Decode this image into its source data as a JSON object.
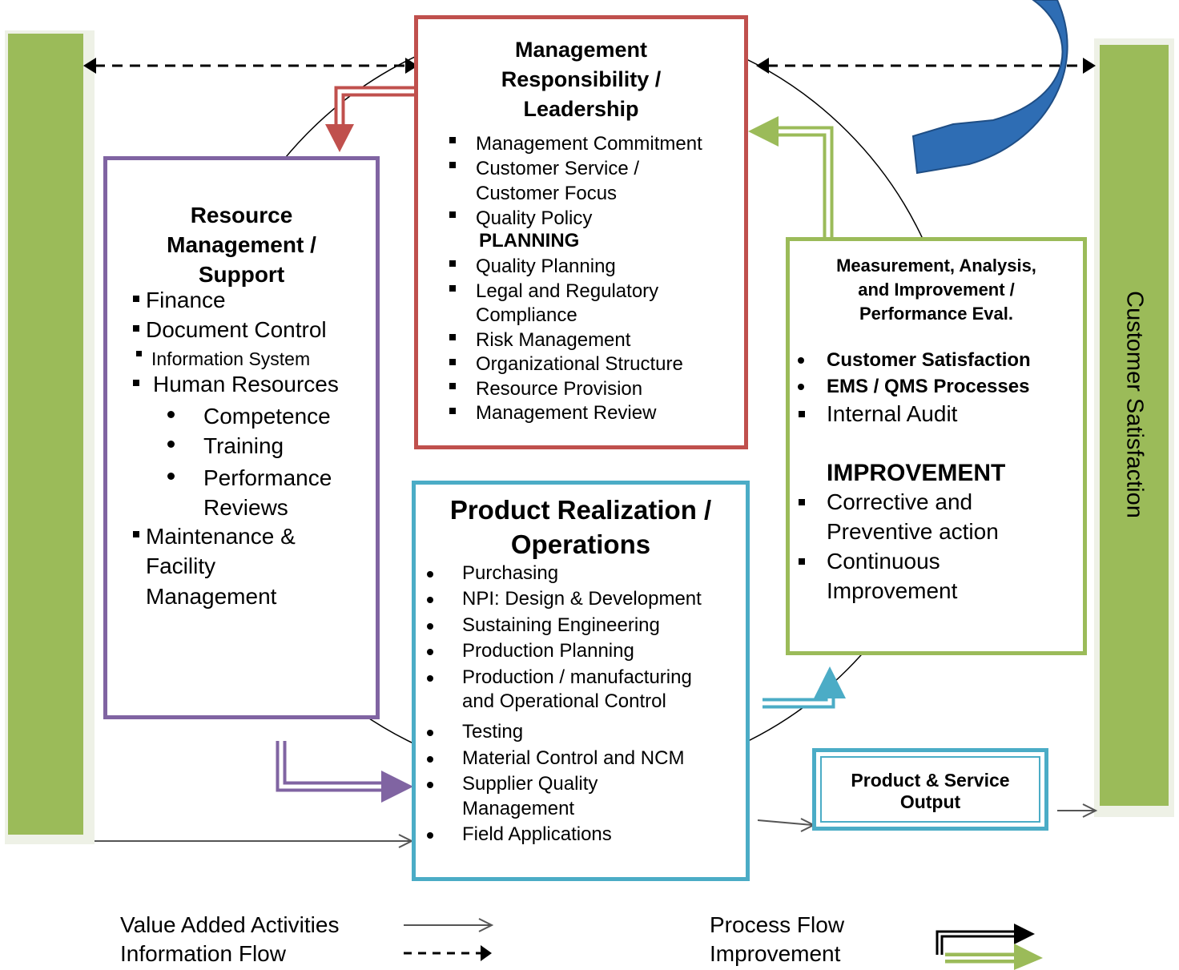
{
  "customer_side_label": "Customer Satisfaction",
  "management": {
    "title": [
      "Management",
      "Responsibility /",
      "Leadership"
    ],
    "items_a": [
      "Management Commitment",
      "Customer Service /",
      "Customer Focus",
      "Quality Policy"
    ],
    "planning_heading": "PLANNING",
    "items_b": [
      "Quality Planning",
      "Legal and Regulatory",
      "Compliance",
      "Risk Management",
      "Organizational Structure",
      "Resource Provision",
      "Management Review"
    ]
  },
  "resource": {
    "title": [
      "Resource",
      "Management /",
      "Support"
    ],
    "items": [
      "Finance",
      "Document Control",
      "Information System",
      "Human Resources"
    ],
    "hr_items": [
      "Competence",
      "Training",
      "Performance",
      "Reviews"
    ],
    "items_end": [
      "Maintenance &",
      "Facility",
      "Management"
    ]
  },
  "product": {
    "title": [
      "Product Realization /",
      "Operations"
    ],
    "items": [
      "Purchasing",
      "NPI: Design & Development",
      "Sustaining Engineering",
      "Production Planning",
      "Production / manufacturing",
      "and Operational Control",
      "Testing",
      "Material Control and NCM",
      "Supplier Quality",
      "Management",
      "Field Applications"
    ]
  },
  "measurement": {
    "title": [
      "Measurement, Analysis,",
      "and Improvement /",
      "Performance Eval."
    ],
    "items_bold": [
      "Customer Satisfaction",
      "EMS / QMS Processes"
    ],
    "items": [
      "Internal Audit"
    ],
    "improvement_heading": "IMPROVEMENT",
    "improvement_items": [
      "Corrective and",
      "Preventive action",
      "Continuous",
      "Improvement"
    ]
  },
  "output": {
    "label": [
      "Product & Service",
      "Output"
    ]
  },
  "legend": {
    "value_added": "Value Added Activities",
    "information_flow": "Information Flow",
    "process_flow": "Process Flow",
    "improvement": "Improvement"
  },
  "colors": {
    "green_bar": "#9bbb59",
    "management_border": "#c0504d",
    "resource_border": "#8064a2",
    "product_border": "#4bacc6",
    "measurement_border": "#9bbb59",
    "blue_arrow": "#2e6db4"
  }
}
